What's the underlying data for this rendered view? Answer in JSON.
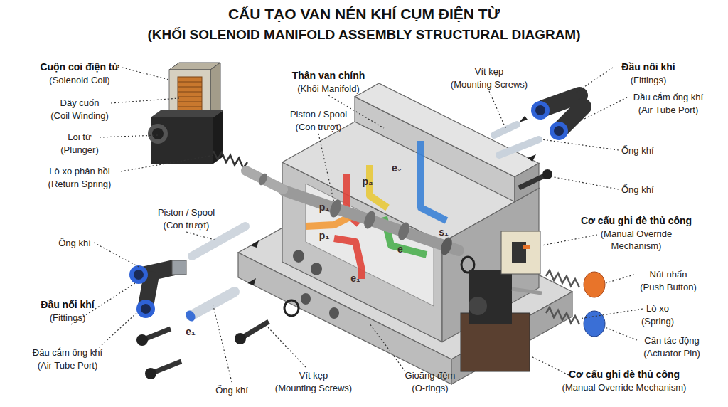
{
  "diagram": {
    "title": "CẤU TẠO VAN NÉN KHÍ CỤM ĐIỆN TỪ",
    "labels": [
      "(KHỐI SOLENOID MANIFOLD ASSEMBLY STRUCTURAL DIAGRAM)",
      "Cuộn coi điện từ",
      "(Solenoid Coil)",
      "Dây cuốn",
      "(Coil Winding)",
      "Lõi từ",
      "(Plunger)",
      "Lò xo phản hồi",
      "(Return Spring)",
      "Thân van chính",
      "(Khối Manifold)",
      "Piston / Spool",
      "(Con trượt)",
      "Vít kẹp",
      "(Mounting Screws)",
      "Đầu nối khí",
      "(Fittings)",
      "Đầu cắm ống khí",
      "(Air Tube Port)",
      "Ống khí",
      "Ống khí",
      "Piston / Spool",
      "(Con trượt)",
      "Ống khí",
      "Cơ cấu ghi đè thủ công",
      "(Manual Override Mechanism)",
      "Nút nhấn",
      "(Push Button)",
      "Lò xo",
      "(Spring)",
      "Cần tác động",
      "(Actuator Pin)",
      "Đầu nối khí",
      "(Fittings)",
      "Đầu cắm ống khí",
      "(Air Tube Port)",
      "Cơ cấu ghi đè thủ công",
      "(Manual Override Mechanism)",
      "Ống khí",
      "Vít kẹp",
      "(Mounting Screws)",
      "Gioăng đệm",
      "(O-rings)",
      "p₁",
      "p₂",
      "e₂",
      "p₁",
      "e₁",
      "e",
      "s₁",
      "e₁"
    ]
  }
}
